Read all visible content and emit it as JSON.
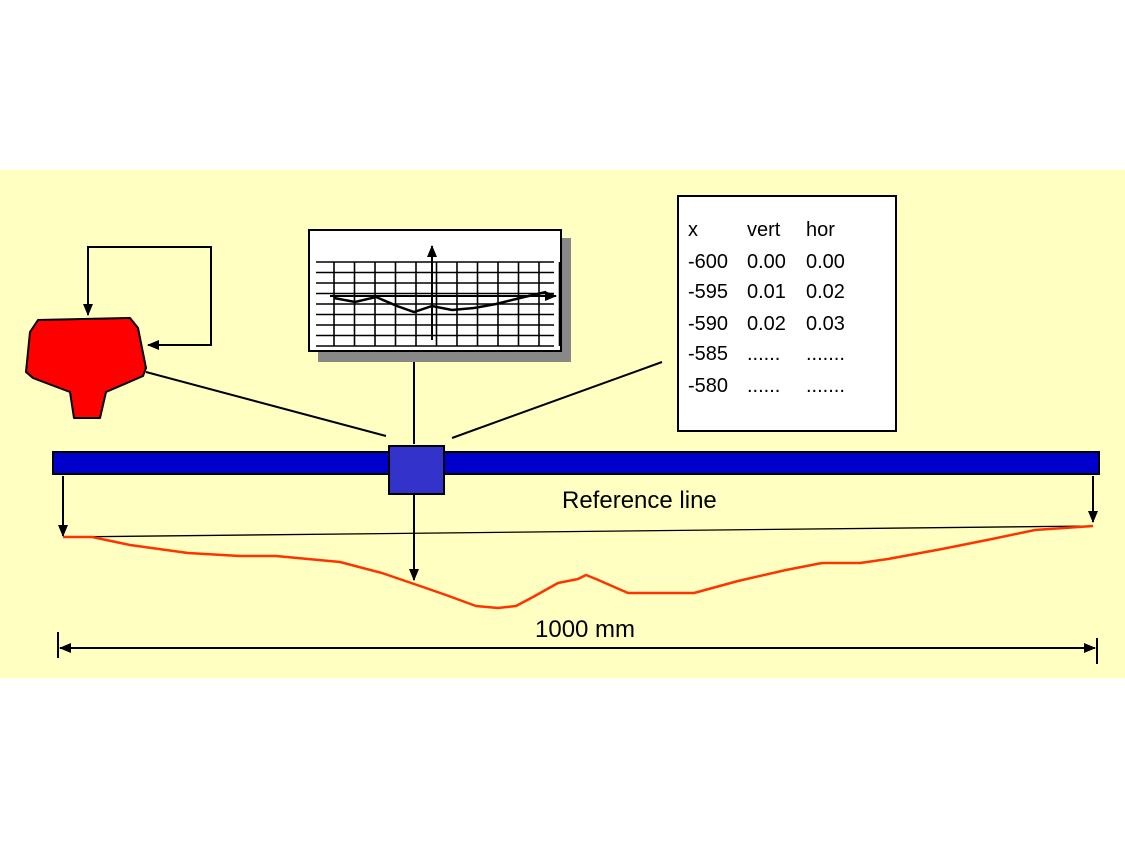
{
  "labels": {
    "reference_line": "Reference line",
    "dimension": "1000 mm"
  },
  "table": {
    "headers": [
      "x",
      "vert",
      "hor"
    ],
    "rows": [
      [
        "-600",
        "0.00",
        "0.00"
      ],
      [
        "-595",
        "0.01",
        "0.02"
      ],
      [
        "-590",
        "0.02",
        "0.03"
      ],
      [
        "-585",
        "......",
        "......."
      ],
      [
        "-580",
        "......",
        "......."
      ]
    ]
  },
  "colors": {
    "background_band": "#ffffc2",
    "beam": "#0000cc",
    "sensor_box": "#3333cc",
    "rail_profile": "#ff0000",
    "measured_curve": "#ff3300",
    "chart_panel": "#ffffff",
    "shadow": "#888888"
  }
}
